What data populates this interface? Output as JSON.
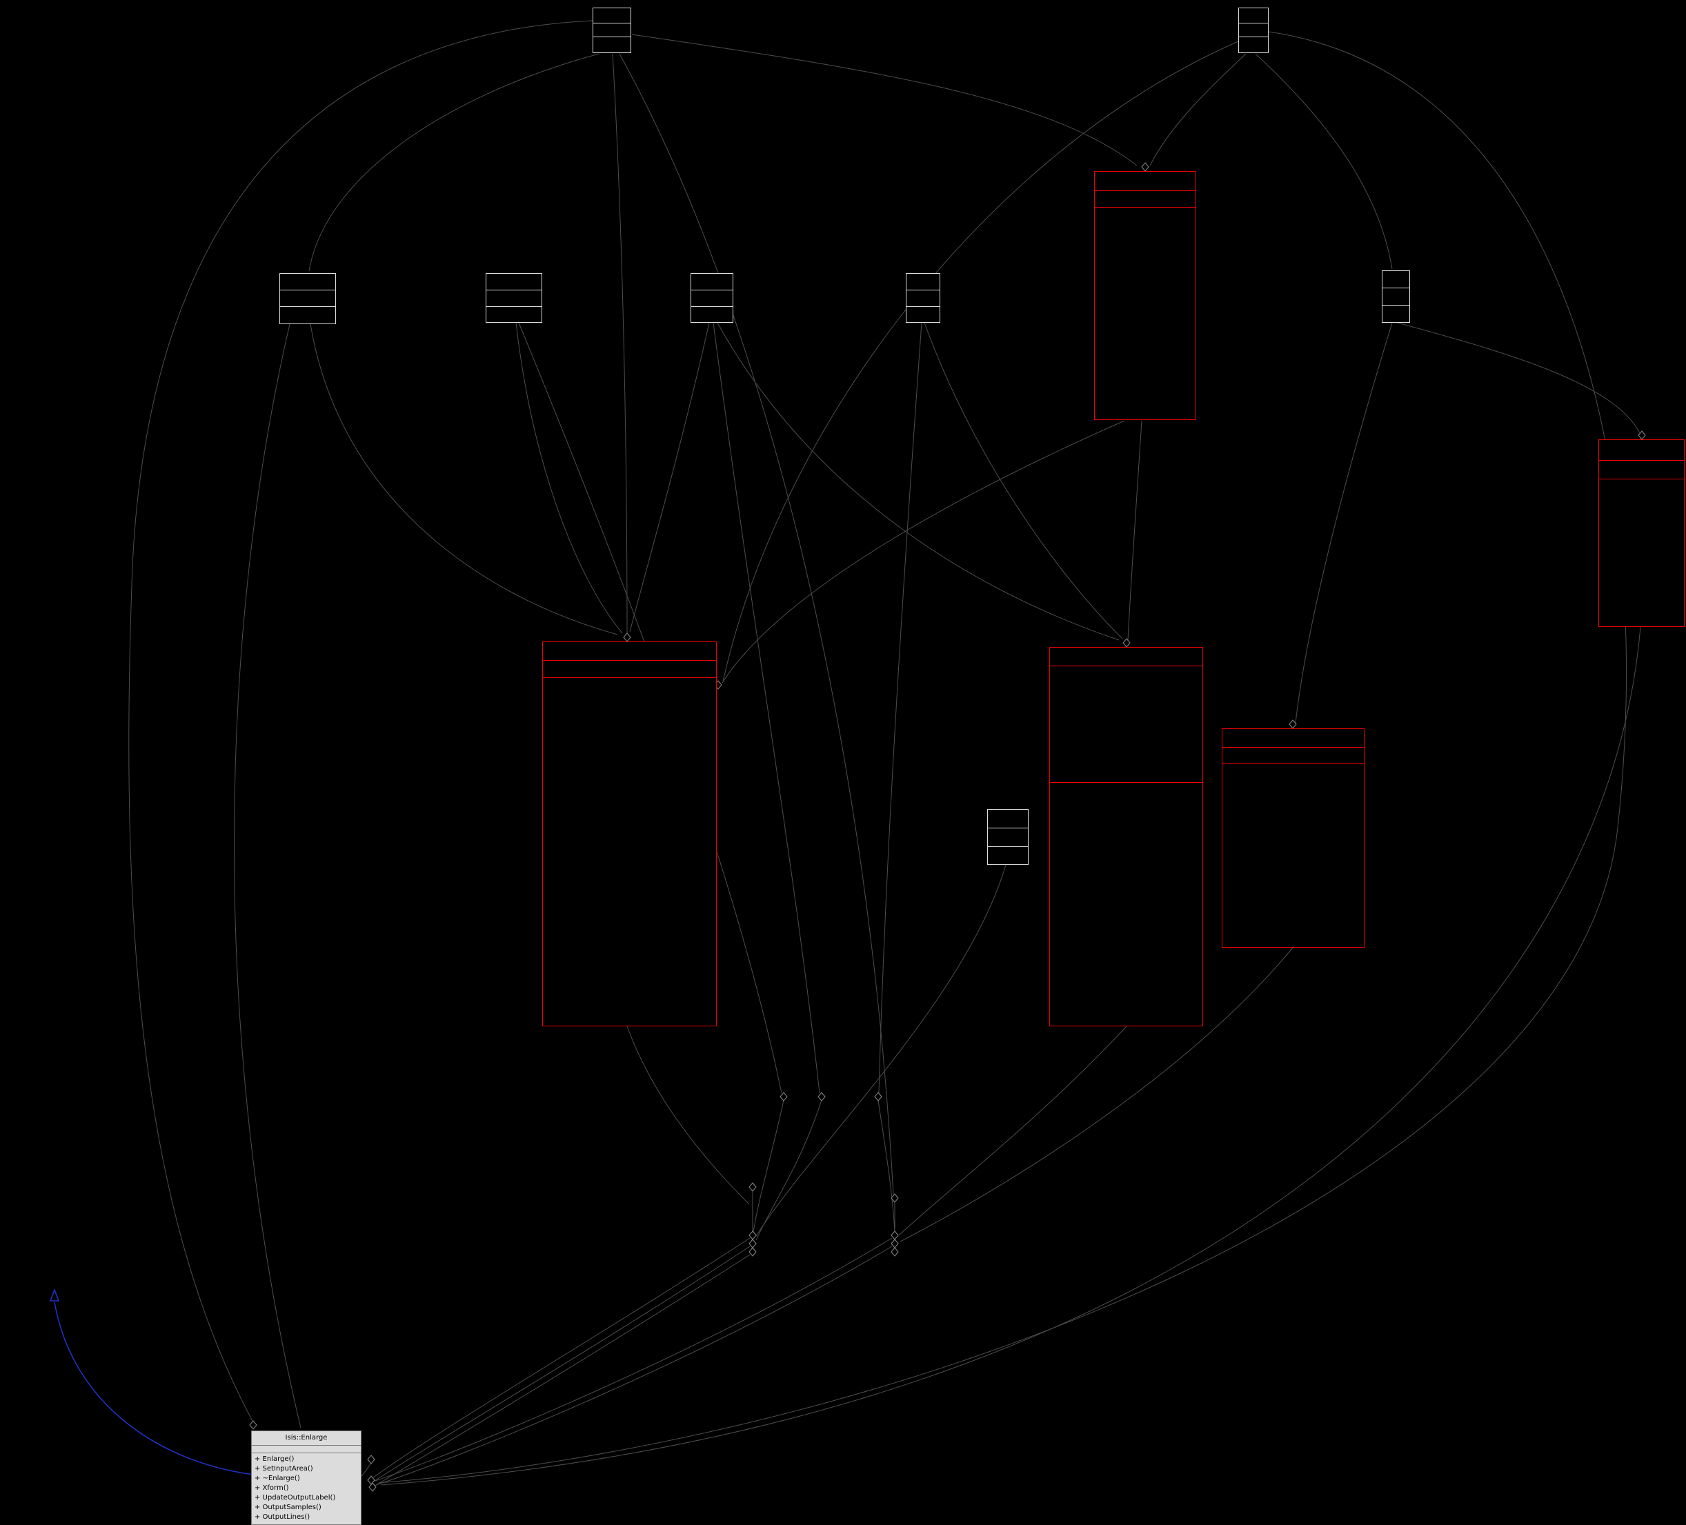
{
  "diagram": {
    "type": "uml-collaboration-graph",
    "background_color": "#000000",
    "edge_color": "#4e4e4e",
    "highlight_edge_color": "#2233cc",
    "plain_node_border_color": "#dcdcdc",
    "truncated_node_border_color": "#ee0000",
    "main_node_fill_color": "#dcdcdc",
    "main_node_text_color": "#000000"
  },
  "enlarge": {
    "title": "Isis::Enlarge",
    "methods": [
      "+ Enlarge()",
      "+ SetInputArea()",
      "+ ~Enlarge()",
      "+ Xform()",
      "+ UpdateOutputLabel()",
      "+ OutputSamples()",
      "+ OutputLines()"
    ]
  }
}
